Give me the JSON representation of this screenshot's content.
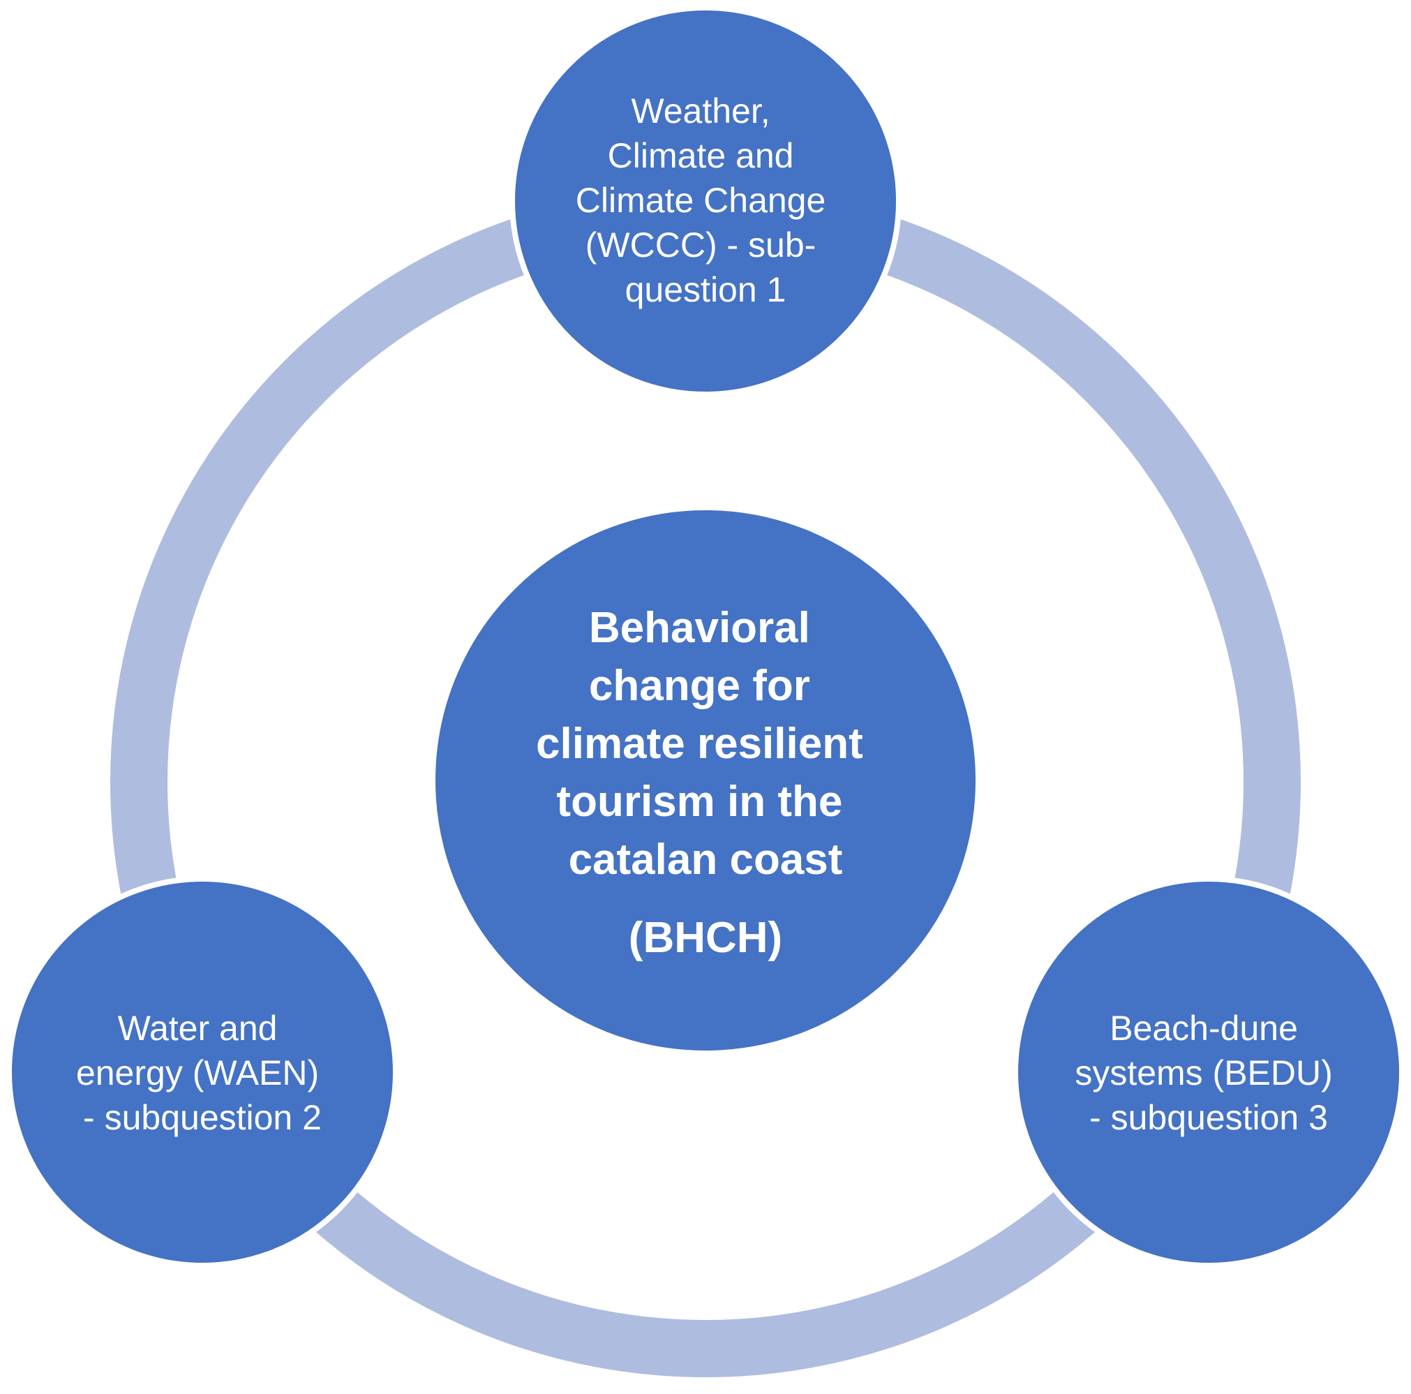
{
  "colors": {
    "ring": "#aebcdf",
    "node_fill": "#4472c4",
    "node_stroke": "#ffffff",
    "text": "#ffffff",
    "background": "#ffffff"
  },
  "center": {
    "lines": [
      "Behavioral",
      "change for",
      "climate resilient",
      "tourism in the",
      "catalan coast"
    ],
    "abbreviation": "(BHCH)"
  },
  "nodes": {
    "top": {
      "lines": [
        "Weather,",
        "Climate and",
        "Climate Change",
        "(WCCC) - sub-",
        "question 1"
      ]
    },
    "left": {
      "lines": [
        "Water and",
        "energy (WAEN)",
        "- subquestion 2"
      ]
    },
    "right": {
      "lines": [
        "Beach-dune",
        "systems (BEDU)",
        "- subquestion 3"
      ]
    }
  }
}
